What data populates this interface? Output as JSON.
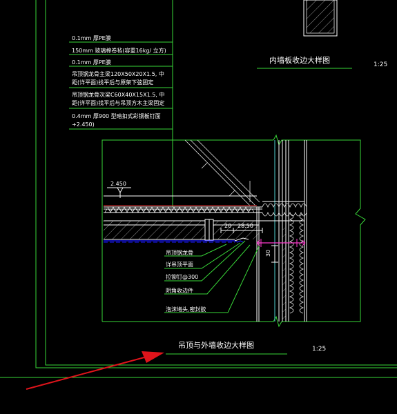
{
  "drawing": {
    "spec_items": [
      "0.1mm   厚PE膜",
      "150mm   玻璃棉卷毡(容重16kg/  立方)",
      "0.1mm   厚PE膜",
      "吊顶钢龙骨主梁120X50X20X1.5,           中",
      "距(详平面)找平后与原架下弦固定",
      "吊顶钢龙骨次梁C60X40X15X1.5,           中",
      "距(详平面)找平后与吊顶方木主梁固定",
      "0.4mm    厚900  型暗扣式彩钢板钉面",
      "+2.450)"
    ],
    "elevation_label": "2.450",
    "dims": [
      "20",
      "28.50",
      "30"
    ],
    "callouts": [
      "吊顶钢龙骨",
      "详吊顶平面",
      "拉铆钉@300",
      "阴角收边件",
      "泡沫堵头,密封胶"
    ],
    "title_main": "吊顶与外墙收边大样图",
    "scale_main": "1:25",
    "title_top": "内墙板收边大样图",
    "scale_top": "1:25"
  },
  "colors": {
    "background": "#000000",
    "frame": "#39d839",
    "lines": "#ffffff",
    "blue": "#1a1aff",
    "magenta": "#ff3bcf",
    "cyan": "#4fd0d0",
    "arrow": "#e0141b"
  }
}
